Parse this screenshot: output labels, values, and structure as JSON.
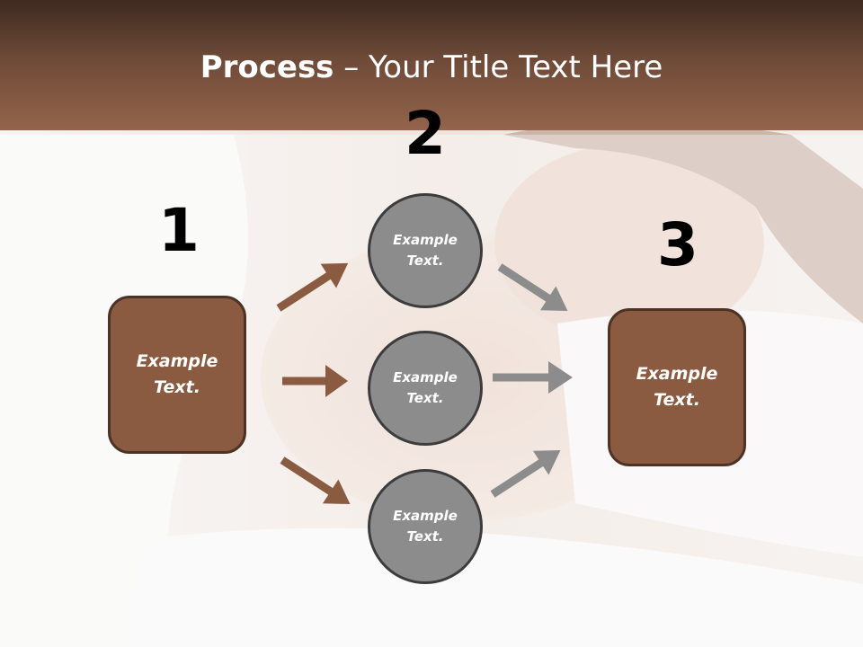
{
  "header": {
    "title_bold": "Process",
    "title_rest": " – Your Title Text Here"
  },
  "steps": {
    "num1": "1",
    "num2": "2",
    "num3": "3"
  },
  "boxes": {
    "left": "Example\nText.",
    "right": "Example\nText."
  },
  "circles": {
    "top": "Example\nText.",
    "middle": "Example\nText.",
    "bottom": "Example\nText."
  },
  "colors": {
    "header_dark": "#3d2a21",
    "header_light": "#93644b",
    "box_fill": "#8a5b40",
    "box_border": "#4d3325",
    "circle_fill": "#8c8c8c",
    "brown_arrow": "#8a5b40",
    "gray_arrow": "#8c8c8c"
  }
}
